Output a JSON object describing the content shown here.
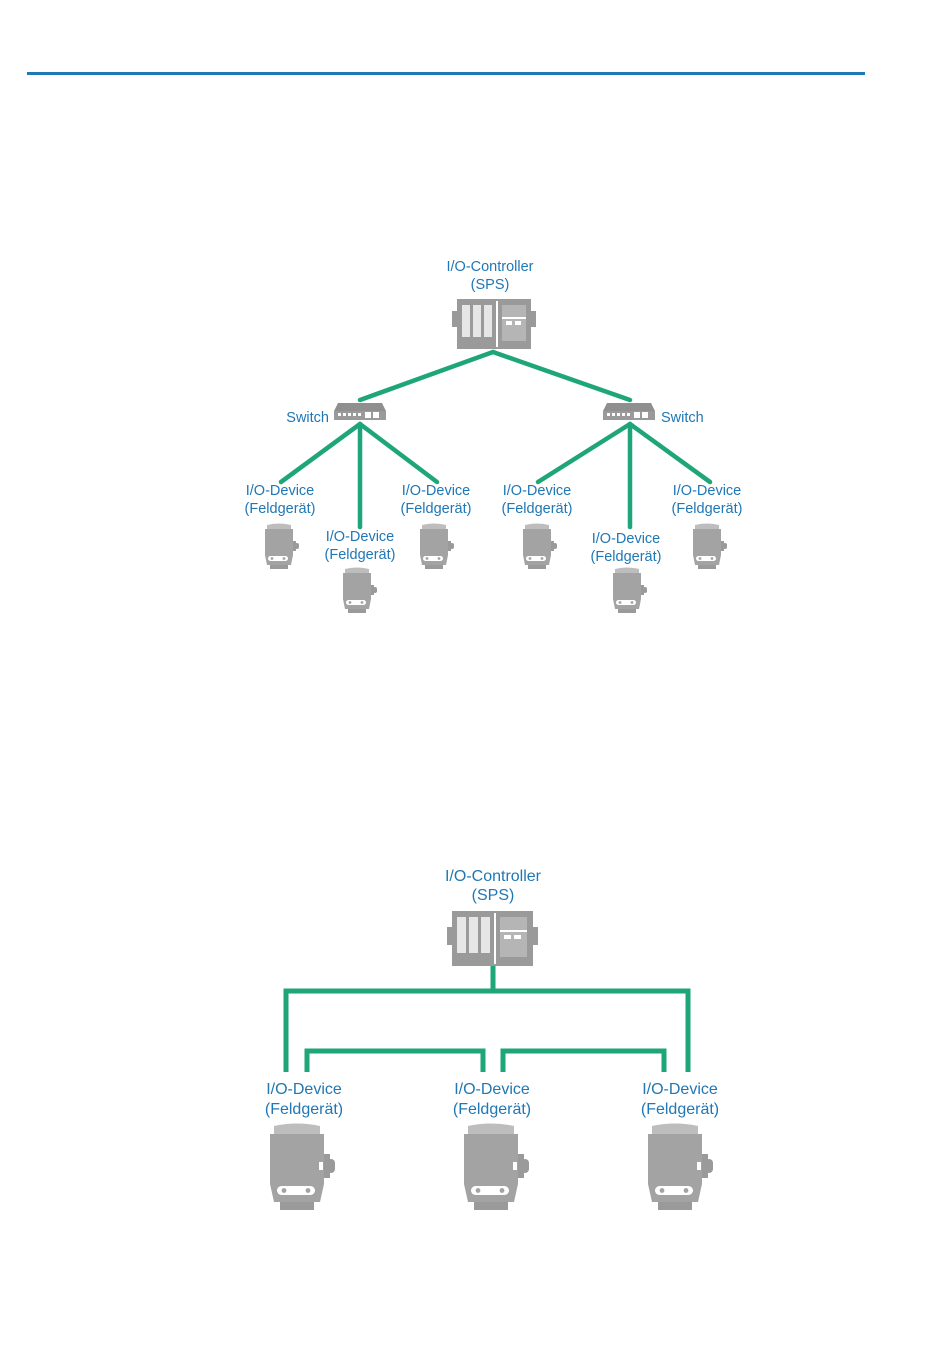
{
  "colors": {
    "accent_blue": "#1d7ab3",
    "text_blue": "#1f77b4",
    "link_green": "#1fa57a",
    "device_gray": "#9a9a9a",
    "device_light": "#bdbdbd"
  },
  "star_topology": {
    "controller": {
      "line1": "I/O-Controller",
      "line2": "(SPS)"
    },
    "switch_left": "Switch",
    "switch_right": "Switch",
    "devices": [
      {
        "line1": "I/O-Device",
        "line2": "(Feldgerät)"
      },
      {
        "line1": "I/O-Device",
        "line2": "(Feldgerät)"
      },
      {
        "line1": "I/O-Device",
        "line2": "(Feldgerät)"
      },
      {
        "line1": "I/O-Device",
        "line2": "(Feldgerät)"
      },
      {
        "line1": "I/O-Device",
        "line2": "(Feldgerät)"
      },
      {
        "line1": "I/O-Device",
        "line2": "(Feldgerät)"
      }
    ]
  },
  "ring_topology": {
    "controller": {
      "line1": "I/O-Controller",
      "line2": "(SPS)"
    },
    "devices": [
      {
        "line1": "I/O-Device",
        "line2": "(Feldgerät)"
      },
      {
        "line1": "I/O-Device",
        "line2": "(Feldgerät)"
      },
      {
        "line1": "I/O-Device",
        "line2": "(Feldgerät)"
      }
    ]
  }
}
